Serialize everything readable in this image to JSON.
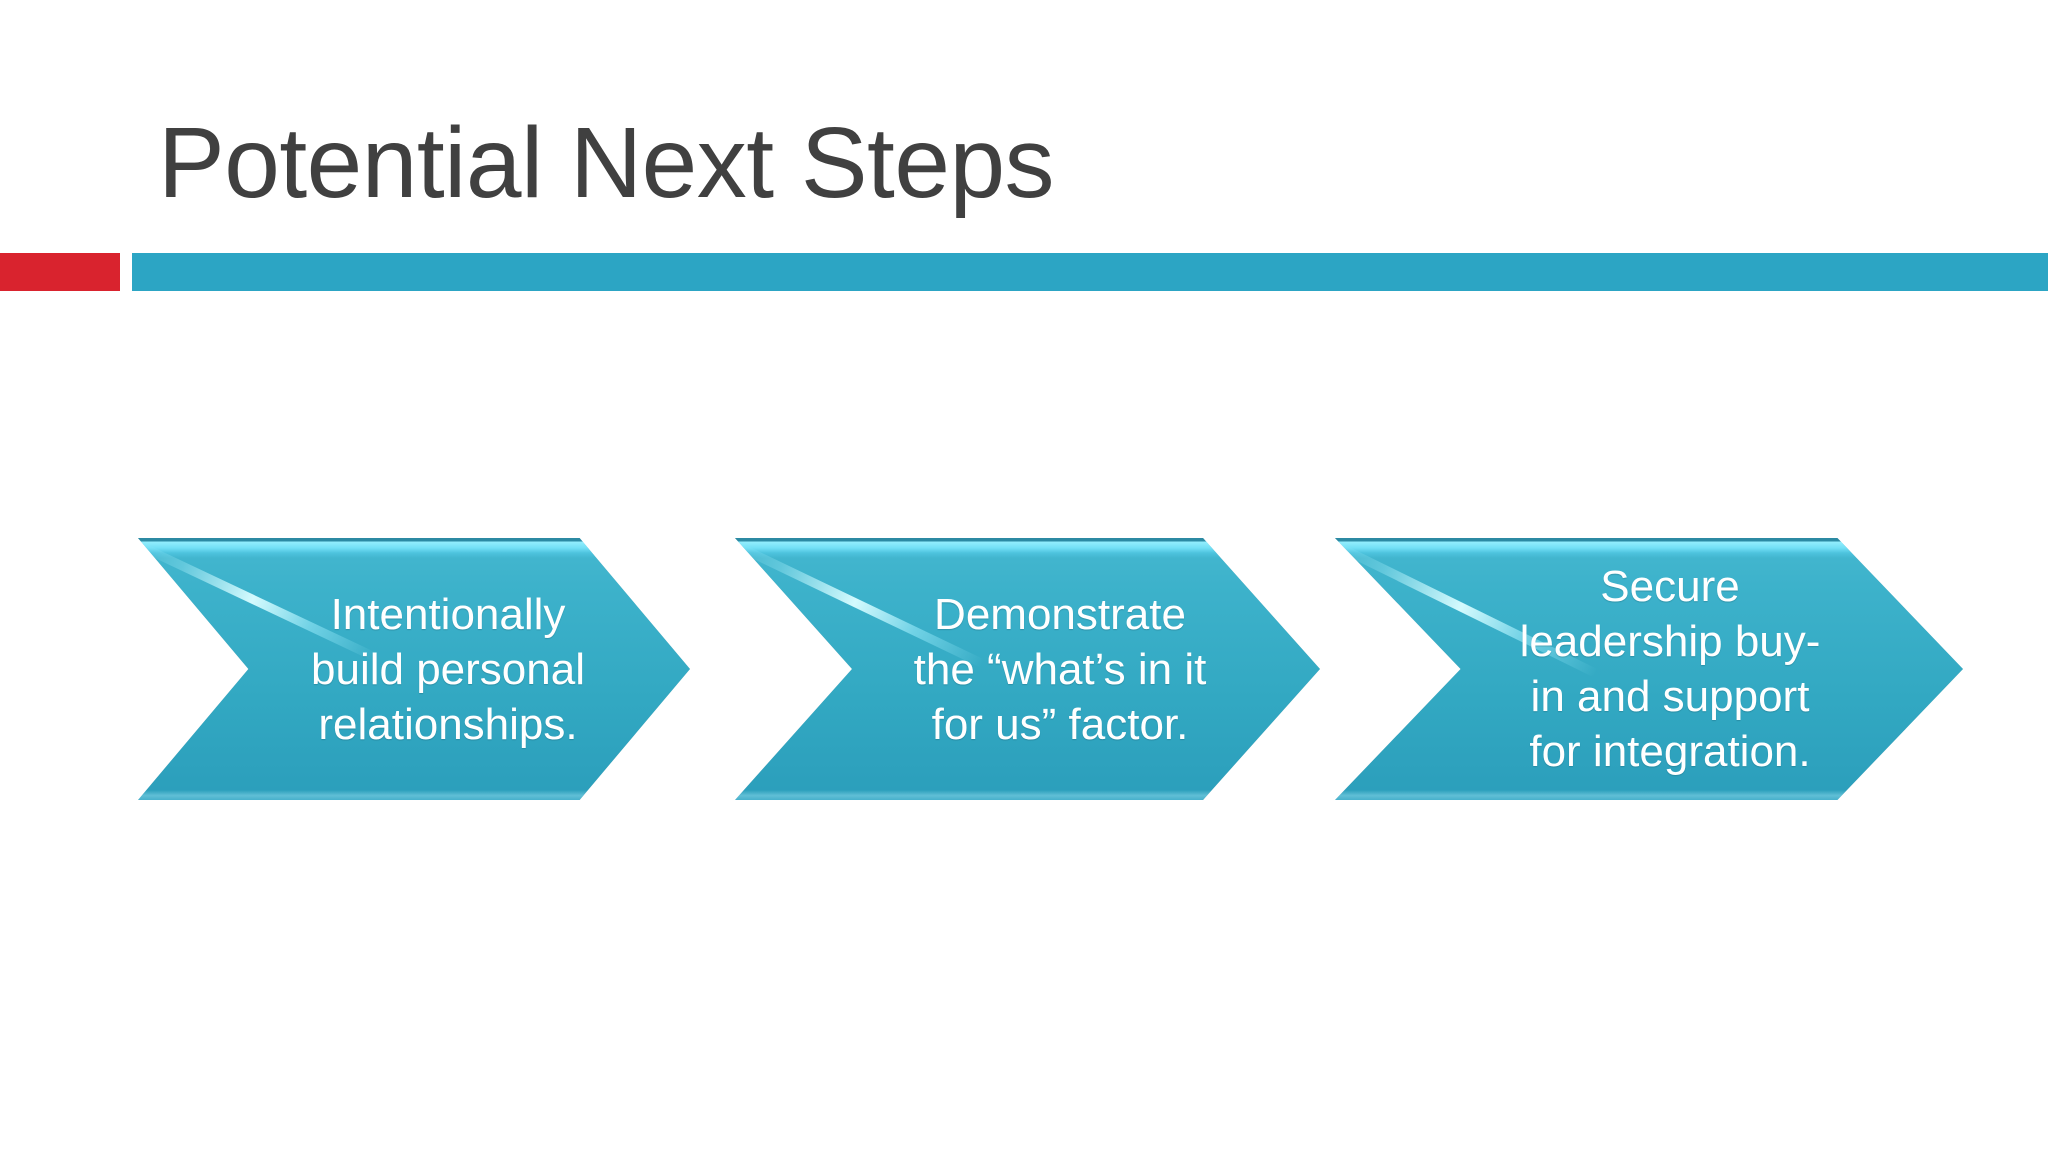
{
  "slide": {
    "title": "Potential Next Steps",
    "background_color": "#ffffff",
    "title_color": "#404040"
  },
  "divider": {
    "red_color": "#d9232e",
    "teal_color": "#2ca5c4"
  },
  "process": {
    "type": "chevron-process",
    "accent_color": "#32a8c2",
    "highlight_color": "#d7fcff",
    "text_color": "#ffffff",
    "steps": [
      {
        "index": 1,
        "text": "Intentionally\nbuild personal\nrelationships."
      },
      {
        "index": 2,
        "text": "Demonstrate\nthe “what’s in it\nfor us” factor."
      },
      {
        "index": 3,
        "text": "Secure\nleadership buy-\nin and support\nfor integration."
      }
    ]
  }
}
